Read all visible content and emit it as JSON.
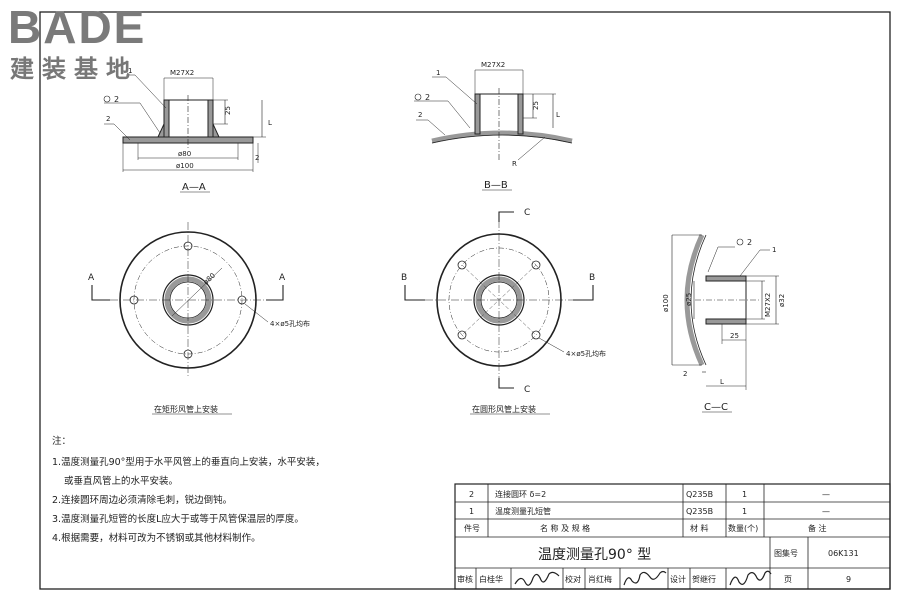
{
  "logo": {
    "main": "BADE",
    "sub": "建装基地"
  },
  "views": {
    "aa": {
      "title": "A—A",
      "thread": "M27X2",
      "d80": "ø80",
      "d100": "ø100",
      "h25": "25",
      "l": "L",
      "two": "2",
      "lbl1": "1",
      "lbl2": "2",
      "weld": "2"
    },
    "bb": {
      "title": "B—B",
      "thread": "M27X2",
      "h25": "25",
      "l": "L",
      "r": "R",
      "lbl1": "1",
      "lbl2": "2",
      "weld": "2"
    },
    "cc": {
      "title": "C—C",
      "thread": "M27X2",
      "d100": "ø100",
      "d25": "ø25",
      "d32": "ø32",
      "w25": "25",
      "two": "2",
      "l": "L",
      "lbl1": "1",
      "weld": "2"
    }
  },
  "plans": {
    "rect": {
      "title": "在矩形风管上安装",
      "a": "A",
      "d80": "ø80",
      "holes": "4×ø5孔均布"
    },
    "round": {
      "title": "在圆形风管上安装",
      "b": "B",
      "c": "C",
      "holes": "4×ø5孔均布"
    }
  },
  "notes": {
    "heading": "注：",
    "n1": "1.温度测量孔90°型用于水平风管上的垂直向上安装，水平安装，",
    "n1b": "或垂直风管上的水平安装。",
    "n2": "2.连接圆环周边必须清除毛刺，锐边倒钝。",
    "n3": "3.温度测量孔短管的长度L应大于或等于风管保温层的厚度。",
    "n4": "4.根据需要，材料可改为不锈钢或其他材料制作。"
  },
  "bom": {
    "rows": [
      {
        "no": "2",
        "name": "连接圆环 δ=2",
        "material": "Q235B",
        "qty": "1",
        "remark": "—"
      },
      {
        "no": "1",
        "name": "温度测量孔短管",
        "material": "Q235B",
        "qty": "1",
        "remark": "—"
      }
    ],
    "header": {
      "no": "件号",
      "name": "名 称 及 规 格",
      "material": "材 料",
      "qty": "数量(个)",
      "remark": "备 注"
    }
  },
  "titleblock": {
    "title": "温度测量孔90° 型",
    "atlas_label": "图集号",
    "atlas_no": "06K131",
    "review_label": "审核",
    "review_name": "白桂华",
    "check_label": "校对",
    "check_name": "肖红梅",
    "design_label": "设计",
    "design_name": "贺继行",
    "page_label": "页",
    "page_no": "9"
  }
}
